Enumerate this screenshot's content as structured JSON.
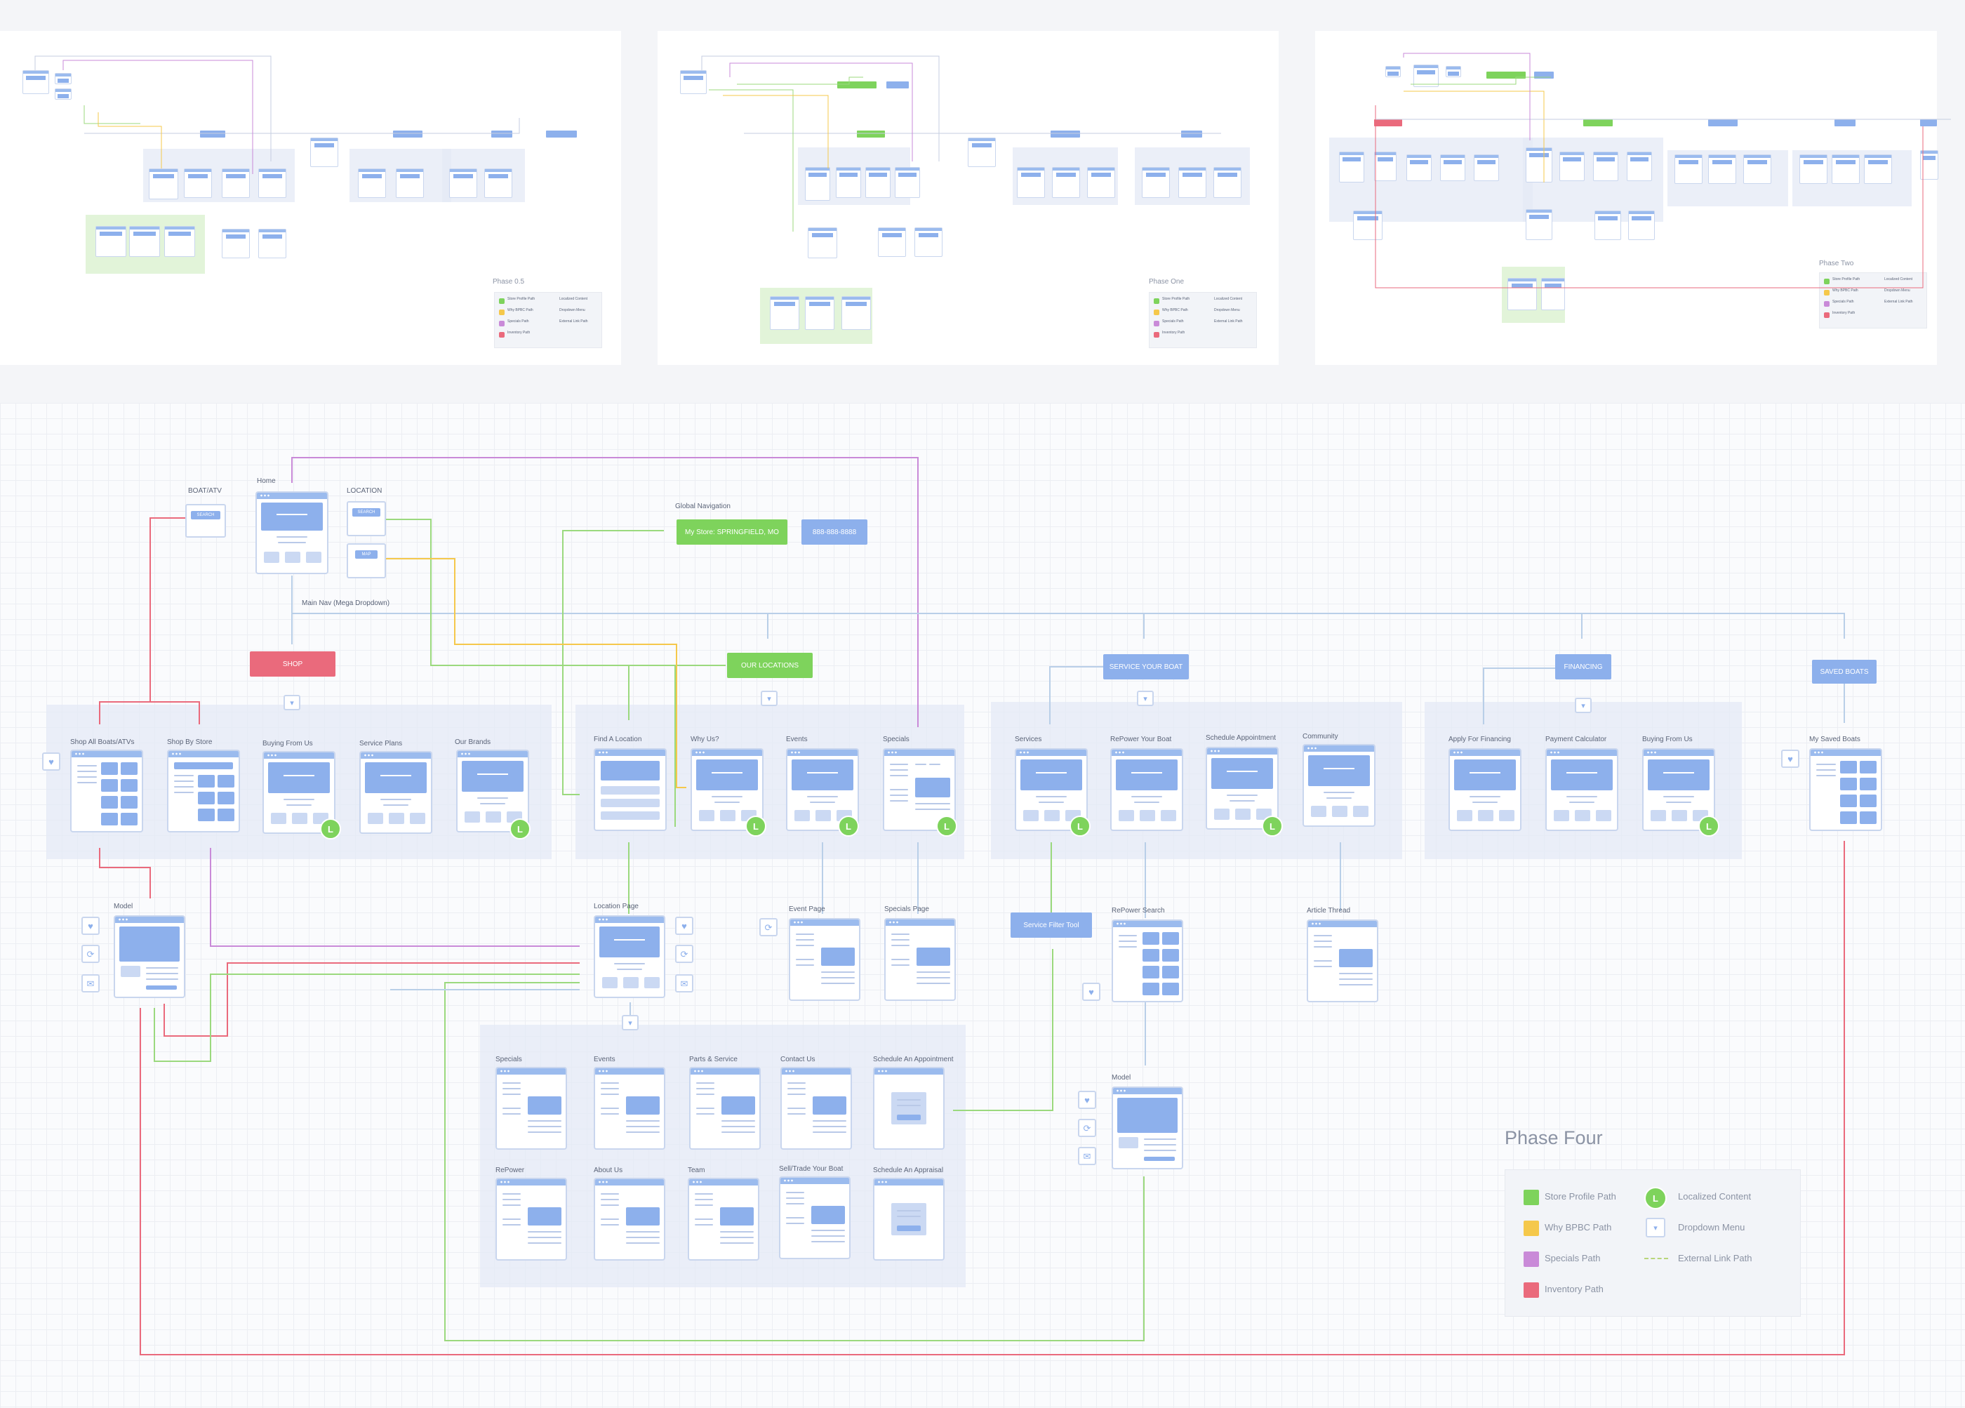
{
  "thumbnails": [
    {
      "title": "Phase 0.5",
      "legend": [
        "Store Profile Path",
        "Why BPBC Path",
        "Specials Path",
        "Inventory Path",
        "Localized Content",
        "Dropdown Menu",
        "External Link Path"
      ]
    },
    {
      "title": "Phase One",
      "legend": [
        "Store Profile Path",
        "Why BPBC Path",
        "Specials Path",
        "Inventory Path",
        "Localized Content",
        "Dropdown Menu",
        "External Link Path"
      ]
    },
    {
      "title": "Phase Two",
      "legend": [
        "Store Profile Path",
        "Why BPBC Path",
        "Specials Path",
        "Inventory Path",
        "Localized Content",
        "Dropdown Menu",
        "External Link Path"
      ]
    }
  ],
  "phase_title": "Phase Four",
  "top": {
    "boat_atv": "BOAT/ATV",
    "home": "Home",
    "location": "LOCATION",
    "search": "SEARCH",
    "map": "MAP",
    "global_nav": "Global Navigation",
    "my_store": "My Store: SPRINGFIELD, MO",
    "phone": "888-888-8888",
    "main_nav": "Main Nav (Mega Dropdown)"
  },
  "nav": {
    "shop": "SHOP",
    "locations": "OUR LOCATIONS",
    "service": "SERVICE YOUR BOAT",
    "financing": "FINANCING",
    "saved": "SAVED BOATS"
  },
  "pages": {
    "shop_all": "Shop All Boats/ATVs",
    "shop_store": "Shop By Store",
    "buying1": "Buying From Us",
    "service_plans": "Service Plans",
    "brands": "Our Brands",
    "find_location": "Find A Location",
    "why_us": "Why Us?",
    "events": "Events",
    "specials": "Specials",
    "services": "Services",
    "repower": "RePower Your Boat",
    "schedule": "Schedule Appointment",
    "community": "Community",
    "apply": "Apply For Financing",
    "payment": "Payment Calculator",
    "buying2": "Buying From Us",
    "my_saved": "My Saved Boats",
    "model1": "Model",
    "location_page": "Location Page",
    "event_page": "Event Page",
    "specials_page": "Specials Page",
    "filter_tool": "Service Filter Tool",
    "repower_search": "RePower Search",
    "article": "Article Thread",
    "model2": "Model",
    "d_specials": "Specials",
    "d_events": "Events",
    "d_parts": "Parts & Service",
    "d_contact": "Contact Us",
    "d_schedule": "Schedule An Appointment",
    "d_repower": "RePower",
    "d_about": "About Us",
    "d_team": "Team",
    "d_sell": "Sell/Trade Your Boat",
    "d_appraisal": "Schedule An Appraisal"
  },
  "legend": {
    "store_path": "Store Profile Path",
    "why_path": "Why BPBC Path",
    "specials_path": "Specials Path",
    "inventory_path": "Inventory Path",
    "localized": "Localized Content",
    "localized_glyph": "L",
    "dropdown": "Dropdown Menu",
    "external": "External Link Path"
  },
  "colors": {
    "green": "#7ed35c",
    "yellow": "#f5c84b",
    "purple": "#c98ad8",
    "red": "#ea6a7c",
    "blue": "#8db0ec",
    "lightblue": "#b9cfe8"
  }
}
